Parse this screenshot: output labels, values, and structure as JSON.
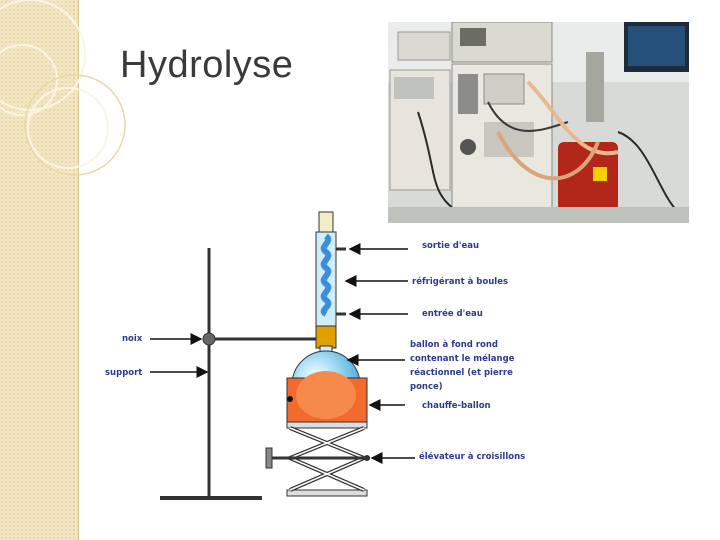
{
  "slide": {
    "title": "Hydrolyse"
  },
  "colors": {
    "label": "#2f3a8f",
    "sidebar": "#f2e6c4",
    "flask_liquid": "#f26a2c",
    "condenser": "#8fd3f0",
    "joint": "#e0a100"
  },
  "photo": {
    "description_icon": "lab-equipment-photo-icon"
  },
  "labels": {
    "sortie": "sortie d'eau",
    "refrigerant": "réfrigérant à boules",
    "entree": "entrée d'eau",
    "ballon_line1": "ballon à fond rond",
    "ballon_line2": "contenant le mélange",
    "ballon_line3": "réactionnel (et pierre",
    "ballon_line4": "ponce)",
    "chauffe": "chauffe-ballon",
    "elevateur": "élévateur à croisillons",
    "noix": "noix",
    "support": "support"
  }
}
